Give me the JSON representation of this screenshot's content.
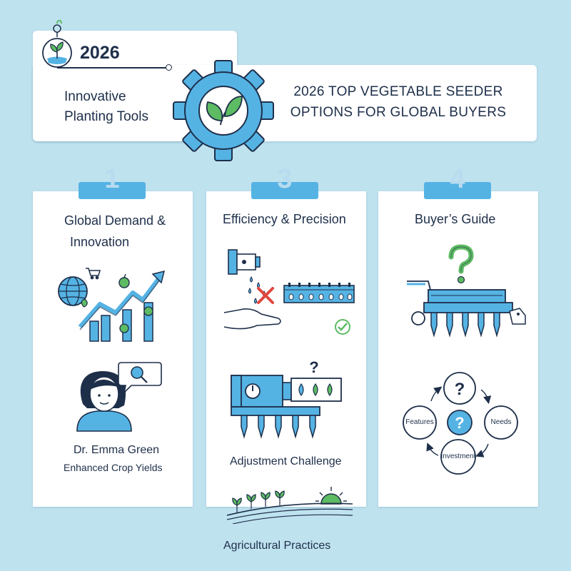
{
  "header": {
    "year": "2026",
    "subtitle_line1": "Innovative",
    "subtitle_line2": "Planting Tools",
    "headline_line1": "2026 TOP VEGETABLE SEEDER",
    "headline_line2": "OPTIONS FOR GLOBAL BUYERS"
  },
  "panels": [
    {
      "number": "1",
      "title_line1": "Global Demand &",
      "title_line2": "Innovation",
      "person_name": "Dr. Emma Green",
      "person_caption": "Enhanced Crop Yields"
    },
    {
      "number": "3",
      "title": "Efficiency & Precision",
      "caption": "Adjustment Challenge",
      "footer": "Agricultural Practices"
    },
    {
      "number": "4",
      "title": "Buyer’s Guide",
      "cycle_labels": [
        "Features",
        "Needs",
        "Investment"
      ]
    }
  ],
  "colors": {
    "background": "#bfe2ef",
    "accent_blue": "#55b3e4",
    "dark_navy": "#1e2f4a",
    "leaf_green": "#5dbb63"
  }
}
